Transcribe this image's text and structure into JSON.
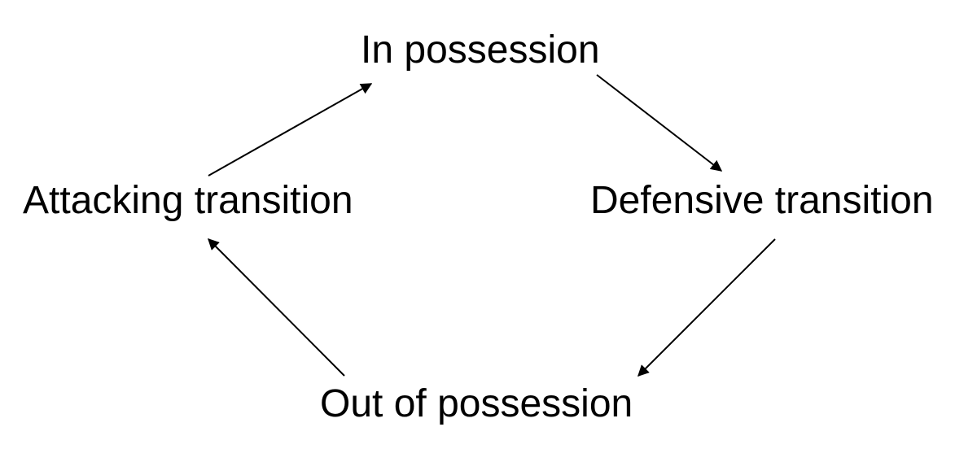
{
  "diagram": {
    "nodes": {
      "top": "In possession",
      "right": "Defensive transition",
      "bottom": "Out of possession",
      "left": "Attacking transition"
    },
    "edges": [
      {
        "from": "In possession",
        "to": "Defensive transition"
      },
      {
        "from": "Defensive transition",
        "to": "Out of possession"
      },
      {
        "from": "Out of possession",
        "to": "Attacking transition"
      },
      {
        "from": "Attacking transition",
        "to": "In possession"
      }
    ],
    "colors": {
      "text": "#000000",
      "arrow": "#000000",
      "background": "#ffffff"
    }
  }
}
